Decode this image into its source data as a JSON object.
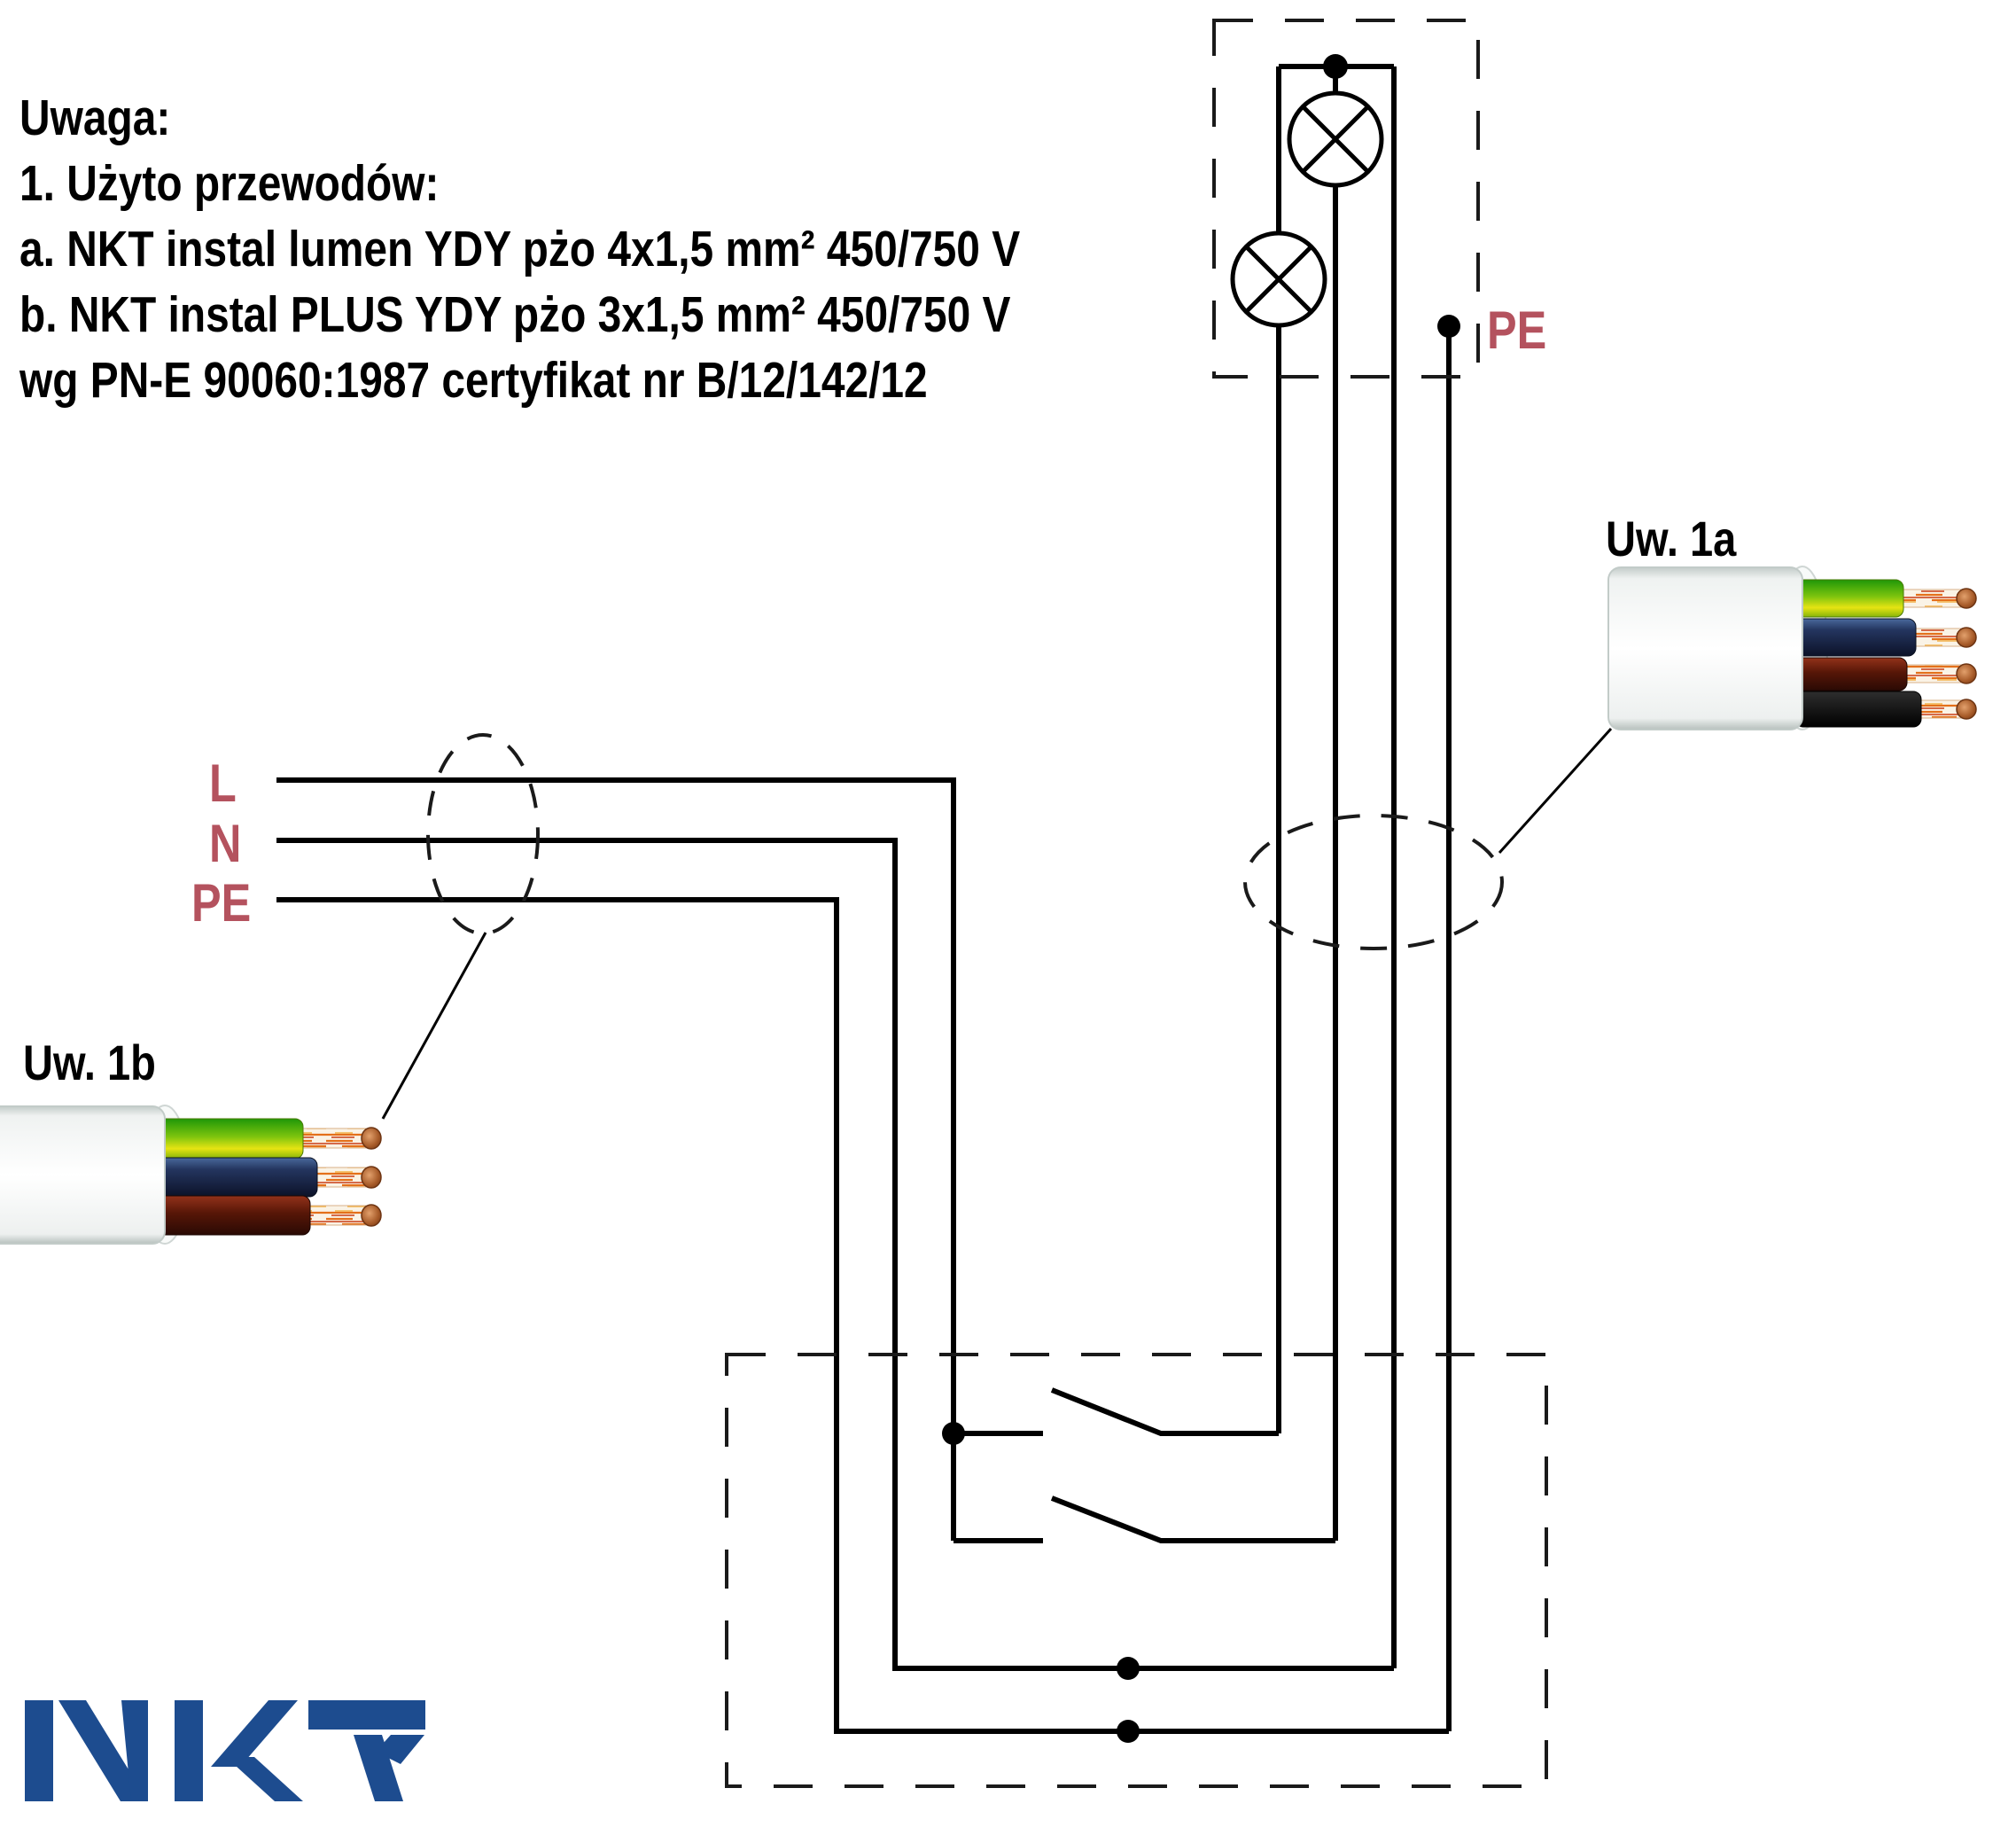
{
  "note": {
    "line1": "Uwaga:",
    "line2": "1. Użyto przewodów:",
    "line3": "a. NKT instal lumen YDY pżo 4x1,5 mm² 450/750 V",
    "line4": "b. NKT instal PLUS YDY pżo 3x1,5 mm² 450/750 V",
    "line5": "wg PN-E 90060:1987 certyfikat nr B/12/142/12"
  },
  "supply_labels": {
    "l": "L",
    "n": "N",
    "pe": "PE"
  },
  "pe_terminal_label": "PE",
  "cable_callouts": {
    "cable_a": "Uw. 1a",
    "cable_b": "Uw. 1b"
  },
  "logo": {
    "text": "NKT"
  },
  "colors": {
    "wire": "#000000",
    "label_red": "#b4525e",
    "logo_blue": "#1d4c8f",
    "copper": "#b06a3c",
    "core_green": "#2fa412",
    "core_yellow": "#dce314",
    "core_blue": "#1c2f5e",
    "core_brown": "#5a2012",
    "core_black": "#0d0d0d",
    "sheath_white": "#ffffff"
  }
}
